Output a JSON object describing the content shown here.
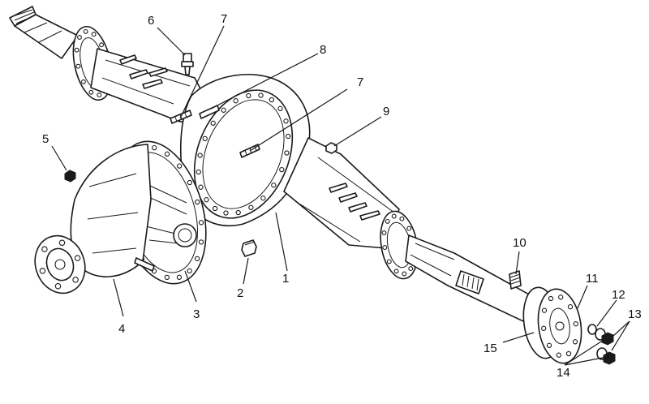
{
  "callouts": [
    {
      "id": "c1",
      "label": "1"
    },
    {
      "id": "c2",
      "label": "2"
    },
    {
      "id": "c3",
      "label": "3"
    },
    {
      "id": "c4",
      "label": "4"
    },
    {
      "id": "c5",
      "label": "5"
    },
    {
      "id": "c6",
      "label": "6"
    },
    {
      "id": "c7a",
      "label": "7"
    },
    {
      "id": "c7b",
      "label": "7"
    },
    {
      "id": "c8",
      "label": "8"
    },
    {
      "id": "c9",
      "label": "9"
    },
    {
      "id": "c10",
      "label": "10"
    },
    {
      "id": "c11",
      "label": "11"
    },
    {
      "id": "c12",
      "label": "12"
    },
    {
      "id": "c13",
      "label": "13"
    },
    {
      "id": "c14",
      "label": "14"
    },
    {
      "id": "c15",
      "label": "15"
    }
  ],
  "colors": {
    "line": "#1a1a1a",
    "background": "#ffffff"
  }
}
